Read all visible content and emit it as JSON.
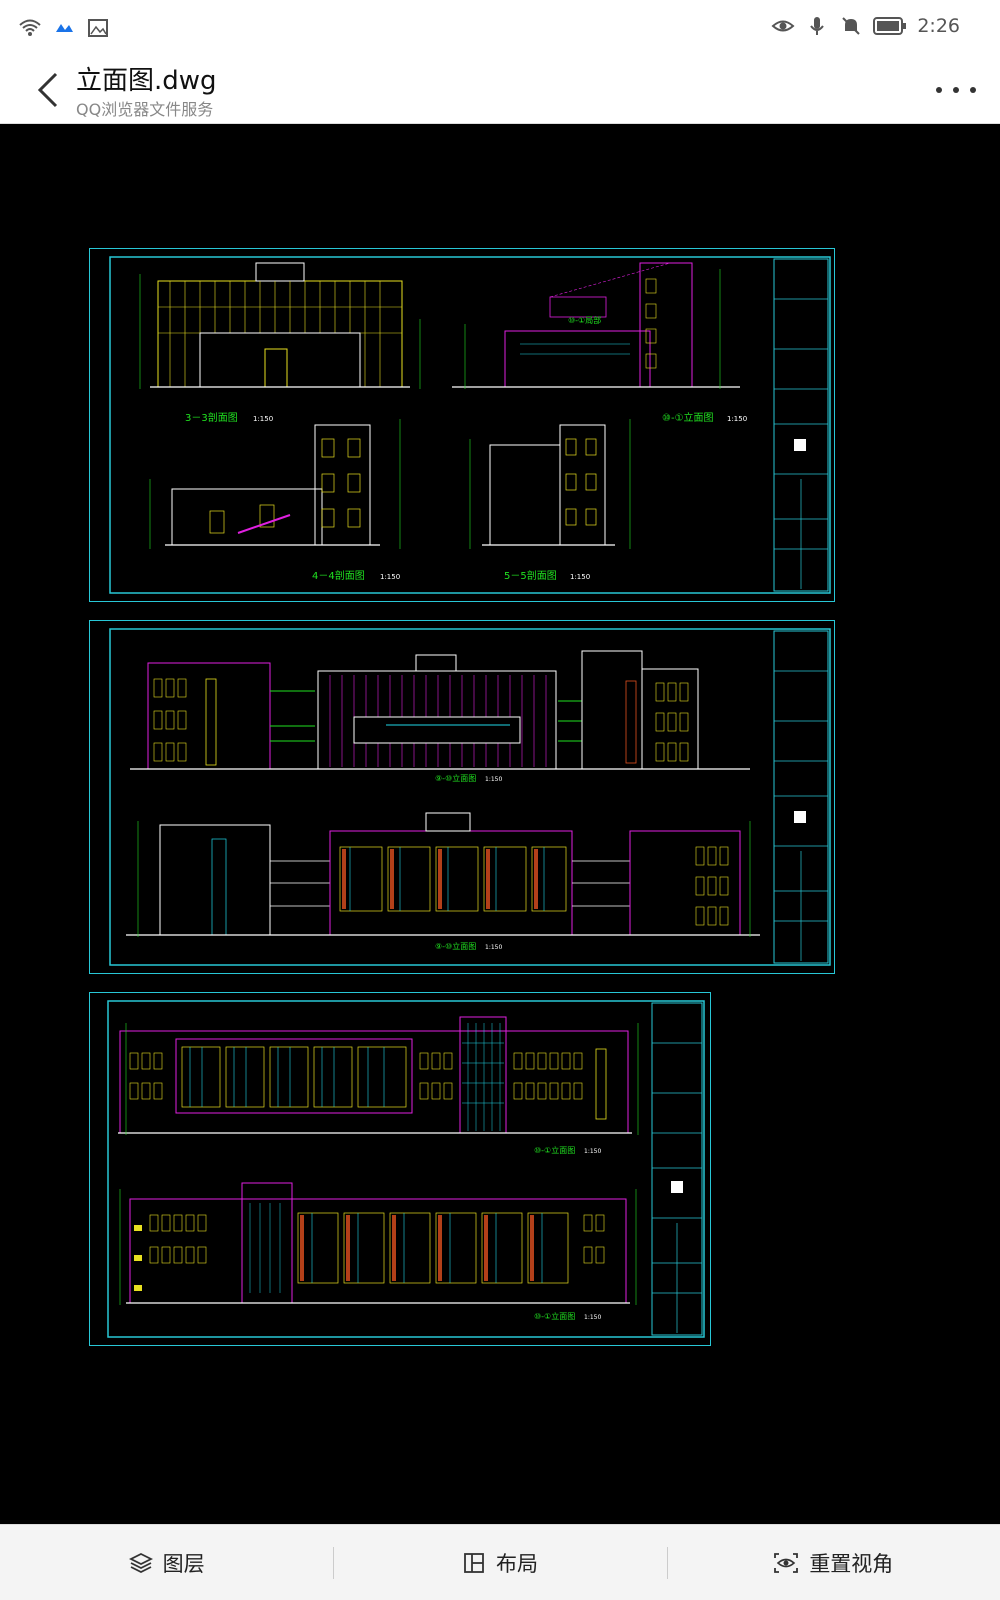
{
  "status_bar": {
    "time": "2:26",
    "icons": [
      "wifi-icon",
      "cloud-icon",
      "image-icon",
      "eye-icon",
      "mic-icon",
      "mute-icon",
      "battery-icon"
    ]
  },
  "header": {
    "title": "立面图.dwg",
    "subtitle": "QQ浏览器文件服务"
  },
  "drawing": {
    "sheet1": {
      "labels": [
        {
          "text": "3－3剖面图",
          "scale": "1:150"
        },
        {
          "text": "⑩-①立面图",
          "scale": "1:150"
        },
        {
          "text": "4－4剖面图",
          "scale": "1:150"
        },
        {
          "text": "5－5剖面图",
          "scale": "1:150"
        },
        {
          "text": "⑩-①局部"
        }
      ]
    },
    "sheet2": {
      "labels": [
        {
          "text": "⑨-⑩立面图",
          "scale": "1:150"
        },
        {
          "text": "⑨-⑩立面图",
          "scale": "1:150"
        }
      ]
    },
    "sheet3": {
      "labels": [
        {
          "text": "⑩-①立面图",
          "scale": "1:150"
        },
        {
          "text": "⑩-①立面图",
          "scale": "1:150"
        }
      ]
    },
    "colors": {
      "frame": "#28c7d6",
      "wall": "#e020e0",
      "window": "#e8e020",
      "glass": "#20d8e8",
      "dim": "#20e020",
      "line": "#ffffff",
      "brick": "#e05020"
    }
  },
  "toolbar": {
    "layers_label": "图层",
    "layout_label": "布局",
    "reset_label": "重置视角"
  }
}
